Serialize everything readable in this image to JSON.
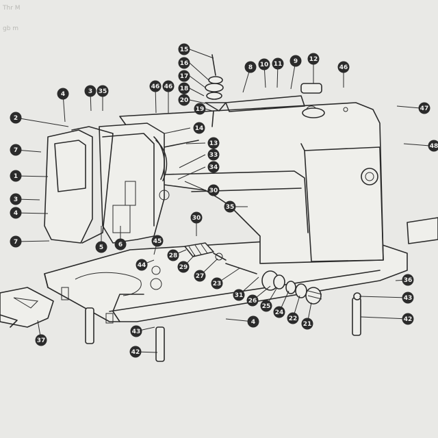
{
  "diagram": {
    "page_header_faint": [
      "Thr M",
      "gb m"
    ],
    "colors": {
      "paper": "#e9e9e6",
      "ink": "#2a2a2a",
      "callout_fill": "#2b2b2b",
      "callout_text": "#f2f2f0"
    },
    "parts": [
      {
        "id": "c15",
        "label": "15"
      },
      {
        "id": "c16",
        "label": "16"
      },
      {
        "id": "c17",
        "label": "17"
      },
      {
        "id": "c18",
        "label": "18"
      },
      {
        "id": "c20",
        "label": "20"
      },
      {
        "id": "c19",
        "label": "19"
      },
      {
        "id": "c14",
        "label": "14"
      },
      {
        "id": "c13",
        "label": "13"
      },
      {
        "id": "c33",
        "label": "33"
      },
      {
        "id": "c34",
        "label": "34"
      },
      {
        "id": "c30a",
        "label": "30"
      },
      {
        "id": "c8",
        "label": "8"
      },
      {
        "id": "c10",
        "label": "10"
      },
      {
        "id": "c11",
        "label": "11"
      },
      {
        "id": "c9",
        "label": "9"
      },
      {
        "id": "c12",
        "label": "12"
      },
      {
        "id": "c46a",
        "label": "46"
      },
      {
        "id": "c46b",
        "label": "46"
      },
      {
        "id": "c46c",
        "label": "46"
      },
      {
        "id": "c47",
        "label": "47"
      },
      {
        "id": "c48",
        "label": "48"
      },
      {
        "id": "c4a",
        "label": "4"
      },
      {
        "id": "c3a",
        "label": "3"
      },
      {
        "id": "c35a",
        "label": "35"
      },
      {
        "id": "c2",
        "label": "2"
      },
      {
        "id": "c7a",
        "label": "7"
      },
      {
        "id": "c1",
        "label": "1"
      },
      {
        "id": "c3b",
        "label": "3"
      },
      {
        "id": "c4b",
        "label": "4"
      },
      {
        "id": "c7b",
        "label": "7"
      },
      {
        "id": "c5",
        "label": "5"
      },
      {
        "id": "c6",
        "label": "6"
      },
      {
        "id": "c35b",
        "label": "35"
      },
      {
        "id": "c30b",
        "label": "30"
      },
      {
        "id": "c45",
        "label": "45"
      },
      {
        "id": "c44",
        "label": "44"
      },
      {
        "id": "c28",
        "label": "28"
      },
      {
        "id": "c29",
        "label": "29"
      },
      {
        "id": "c27",
        "label": "27"
      },
      {
        "id": "c23",
        "label": "23"
      },
      {
        "id": "c31",
        "label": "31"
      },
      {
        "id": "c26",
        "label": "26"
      },
      {
        "id": "c25",
        "label": "25"
      },
      {
        "id": "c24",
        "label": "24"
      },
      {
        "id": "c22",
        "label": "22"
      },
      {
        "id": "c21",
        "label": "21"
      },
      {
        "id": "c36",
        "label": "36"
      },
      {
        "id": "c43a",
        "label": "43"
      },
      {
        "id": "c42a",
        "label": "42"
      },
      {
        "id": "c4c",
        "label": "4"
      },
      {
        "id": "c43b",
        "label": "43"
      },
      {
        "id": "c42b",
        "label": "42"
      },
      {
        "id": "c37",
        "label": "37"
      }
    ]
  }
}
